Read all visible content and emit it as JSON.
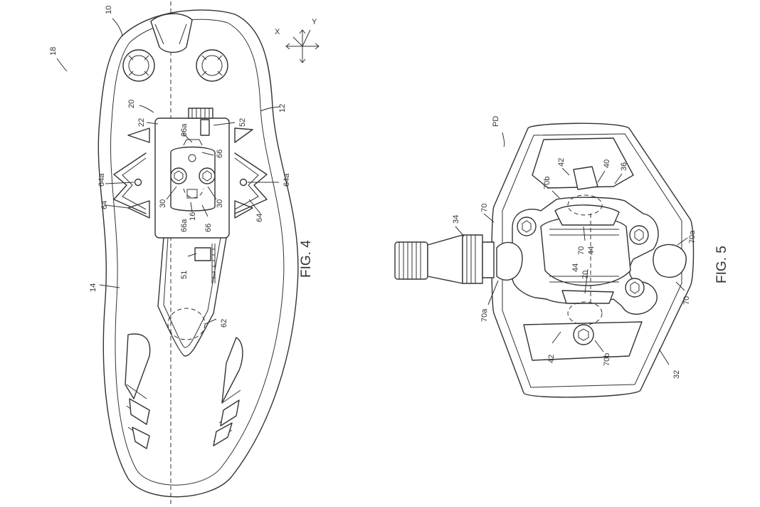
{
  "figures": [
    {
      "id": "fig4",
      "caption": "FIG. 4",
      "axis_labels": {
        "x": "X",
        "y": "Y"
      },
      "reference_numerals": [
        "10",
        "18",
        "12",
        "20",
        "22",
        "52",
        "66a",
        "66",
        "64a",
        "64",
        "30",
        "16",
        "51",
        "14",
        "62"
      ]
    },
    {
      "id": "fig5",
      "caption": "FIG. 5",
      "reference_numerals": [
        "PD",
        "42",
        "40",
        "36",
        "70b",
        "34",
        "70",
        "44",
        "70a",
        "32"
      ]
    }
  ],
  "labels": {
    "f4_10": "10",
    "f4_18": "18",
    "f4_12": "12",
    "f4_20": "20",
    "f4_22": "22",
    "f4_52": "52",
    "f4_66a_top": "66a",
    "f4_66_top": "66",
    "f4_64a_left": "64a",
    "f4_64a_right": "64a",
    "f4_64_left": "64",
    "f4_64_right": "64",
    "f4_30_left": "30",
    "f4_30_right": "30",
    "f4_66a_bot": "66a",
    "f4_16": "16",
    "f4_66_bot": "66",
    "f4_51": "51",
    "f4_14": "14",
    "f4_62": "62",
    "f5_pd": "PD",
    "f5_42_top": "42",
    "f5_40": "40",
    "f5_36": "36",
    "f5_70b_top": "70b",
    "f5_34": "34",
    "f5_70_left": "70",
    "f5_70_c1": "70",
    "f5_44_c1": "44",
    "f5_44_c2": "44",
    "f5_70_c2": "70",
    "f5_70a_right": "70a",
    "f5_70a_left": "70a",
    "f5_70_right": "70",
    "f5_42_bot": "42",
    "f5_70b_bot": "70b",
    "f5_32": "32"
  }
}
